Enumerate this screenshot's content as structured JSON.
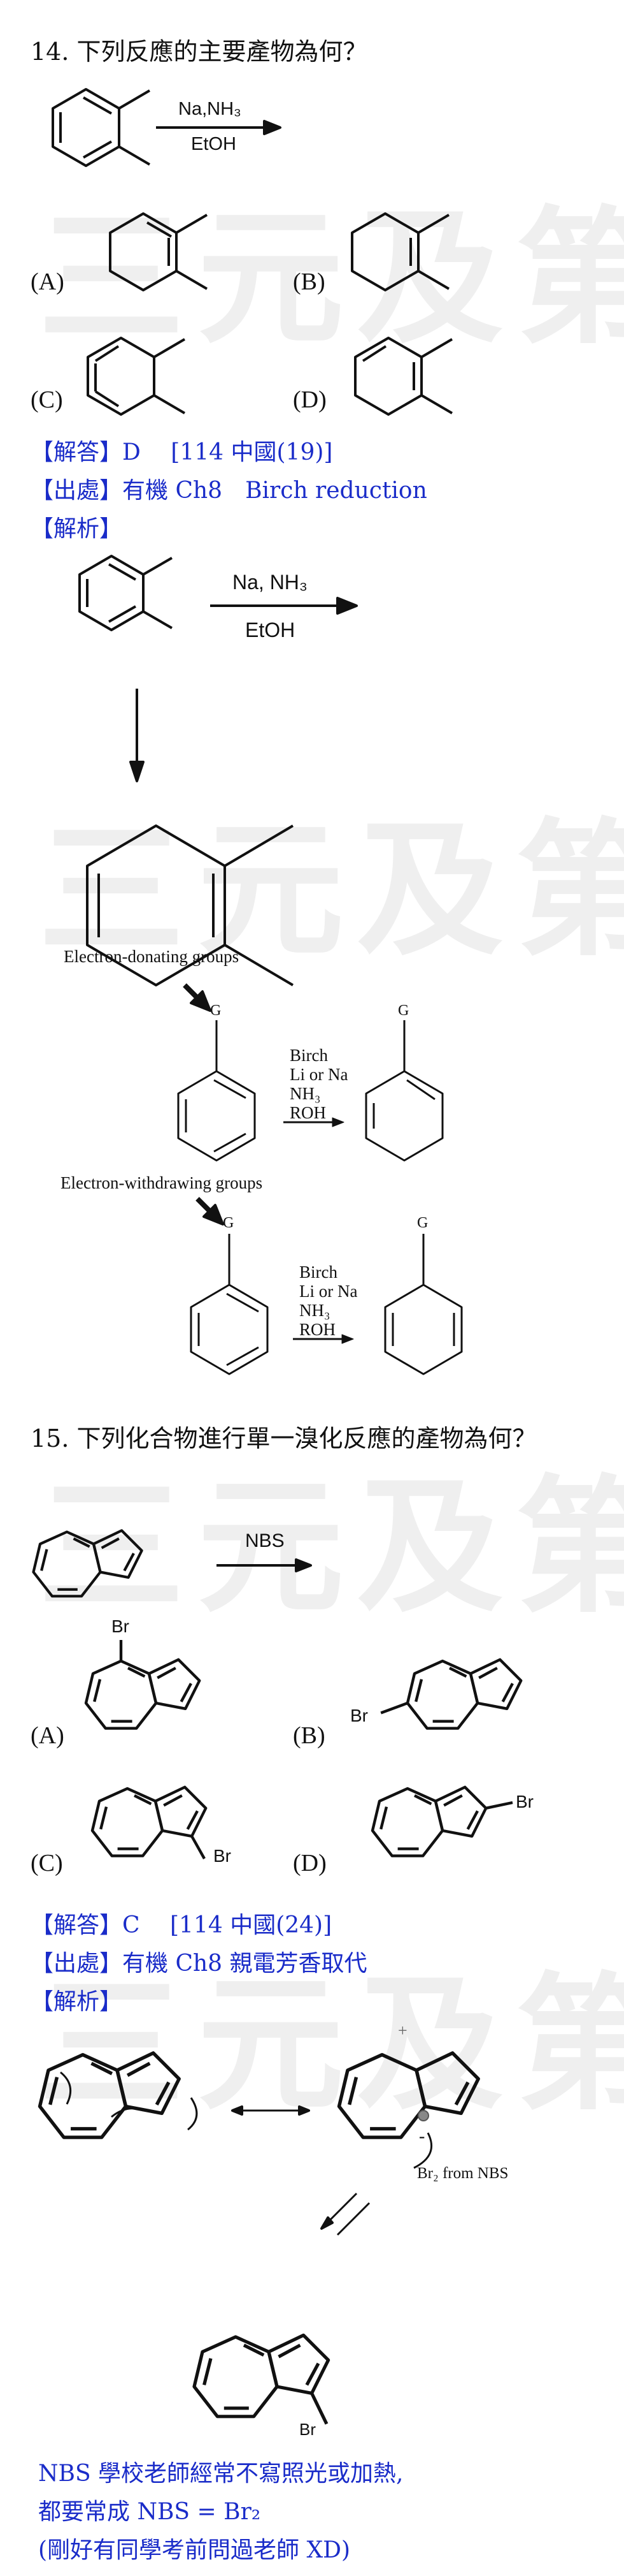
{
  "watermark": "三元及第",
  "q14": {
    "title": "14. 下列反應的主要產物為何？",
    "reagent_top": "Na,NH₃",
    "reagent_bottom": "EtOH",
    "options": [
      "(A)",
      "(B)",
      "(C)",
      "(D)"
    ],
    "answer": "【解答】D　 [114 中國(19)]",
    "source": "【出處】有機 Ch8　Birch reduction",
    "analysis": "【解析】",
    "scheme_reagent_top": "Na, NH₃",
    "scheme_reagent_bottom": "EtOH",
    "edg_label": "Electron-donating groups",
    "ewg_label": "Electron-withdrawing groups",
    "group_symbol": "G",
    "birch_conditions": [
      "Birch",
      "Li or Na",
      "NH₃",
      "ROH"
    ]
  },
  "q15": {
    "title": "15. 下列化合物進行單一溴化反應的產物為何？",
    "reagent": "NBS",
    "options": [
      "(A)",
      "(B)",
      "(C)",
      "(D)"
    ],
    "br": "Br",
    "answer": "【解答】C　 [114 中國(24)]",
    "source": "【出處】有機 Ch8 親電芳香取代",
    "analysis": "【解析】",
    "plus": "+",
    "minus": "-",
    "br2_note": "Br₂ from NBS",
    "note_lines": [
      "NBS 學校老師經常不寫照光或加熱,",
      "都要常成 NBS = Br₂",
      "(剛好有同學考前問過老師 XD)"
    ]
  }
}
